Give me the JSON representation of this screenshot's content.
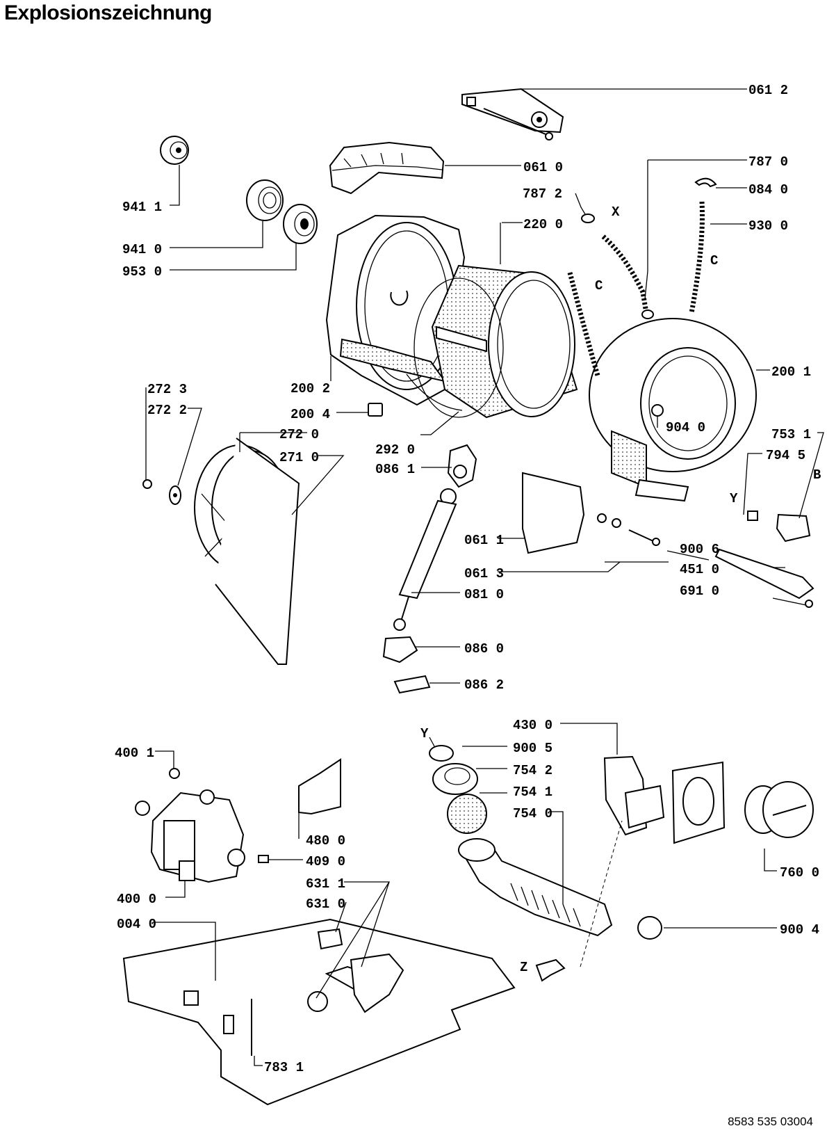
{
  "title": "Explosionszeichnung",
  "doc_number": "8583 535 03004",
  "callouts": {
    "p0612": "061 2",
    "p0610": "061 0",
    "p7870": "787 0",
    "p7872": "787 2",
    "p0840": "084 0",
    "p9411": "941 1",
    "p9410": "941 0",
    "p9530": "953 0",
    "p2200": "220 0",
    "p9300": "930 0",
    "p2002": "200 2",
    "p2004": "200 4",
    "p2001": "200 1",
    "p2723": "272 3",
    "p2722": "272 2",
    "p2720": "272 0",
    "p2710": "271 0",
    "p2920": "292 0",
    "p0861": "086 1",
    "p9040": "904 0",
    "p7531": "753 1",
    "p7945": "794 5",
    "p0611": "061 1",
    "p0613": "061 3",
    "p9006": "900 6",
    "p4510": "451 0",
    "p6910": "691 0",
    "p0810": "081 0",
    "p0860": "086 0",
    "p0862": "086 2",
    "p4300": "430 0",
    "p9005": "900 5",
    "p7542": "754 2",
    "p7541": "754 1",
    "p7540": "754 0",
    "p4001": "400 1",
    "p4800": "480 0",
    "p4090": "409 0",
    "p4000": "400 0",
    "p6311": "631 1",
    "p6310": "631 0",
    "p0040": "004 0",
    "p7600": "760 0",
    "p9004": "900 4",
    "p7831": "783 1"
  },
  "letters": {
    "x": "X",
    "c1": "C",
    "c2": "C",
    "y1": "Y",
    "y2": "Y",
    "b": "B",
    "z": "Z"
  }
}
